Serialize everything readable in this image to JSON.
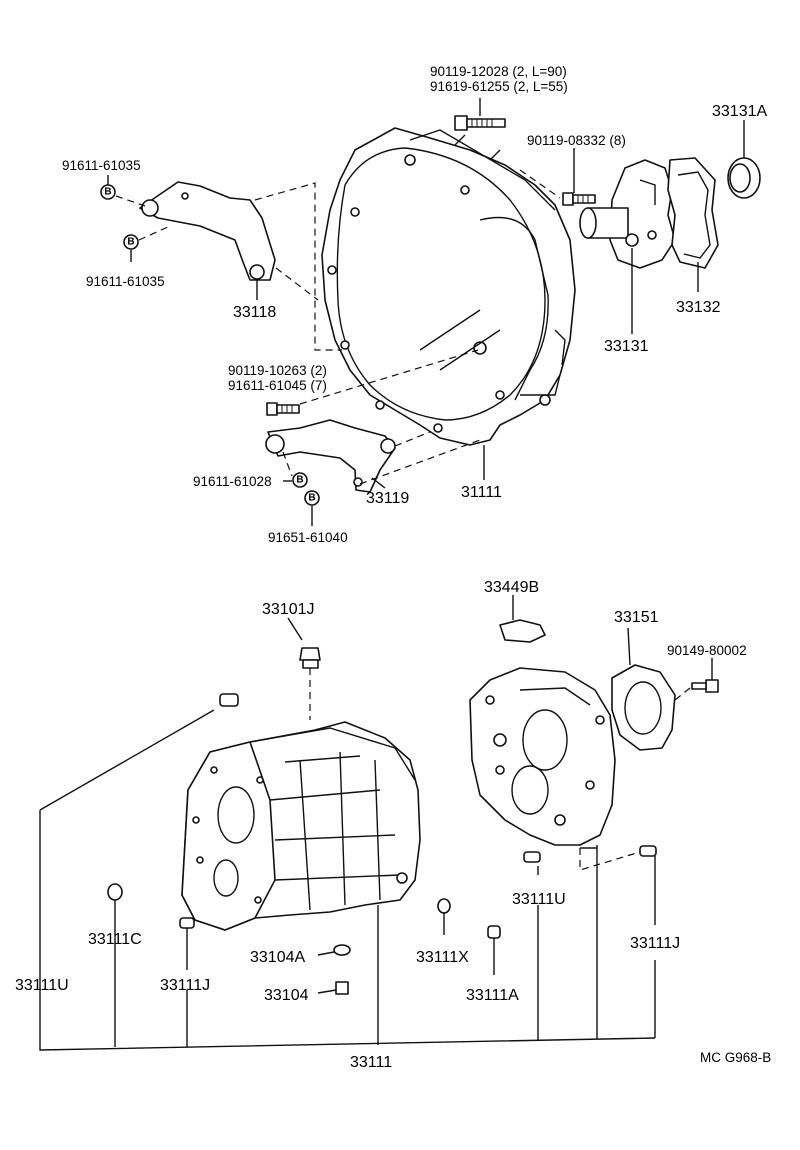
{
  "diagram": {
    "bolt_letter": "B",
    "figure_code": "MC G968-B",
    "labels": {
      "p90119_12028": "90119-12028 (2, L=90)",
      "p91619_61255": "91619-61255 (2, L=55)",
      "p90119_08332": "90119-08332 (8)",
      "p33131A": "33131A",
      "p91611_61035_a": "91611-61035",
      "p91611_61035_b": "91611-61035",
      "p33118": "33118",
      "p33132": "33132",
      "p33131": "33131",
      "p90119_10263": "90119-10263 (2)",
      "p91611_61045": "91611-61045 (7)",
      "p91611_61028": "91611-61028",
      "p33119": "33119",
      "p31111": "31111",
      "p91651_61040": "91651-61040",
      "p33449B": "33449B",
      "p33151": "33151",
      "p33101J": "33101J",
      "p90149_80002": "90149-80002",
      "p33111U_right": "33111U",
      "p33111C": "33111C",
      "p33111J_right": "33111J",
      "p33104A": "33104A",
      "p33111X": "33111X",
      "p33111U_left": "33111U",
      "p33111J_left": "33111J",
      "p33104": "33104",
      "p33111A": "33111A",
      "p33111": "33111"
    }
  }
}
